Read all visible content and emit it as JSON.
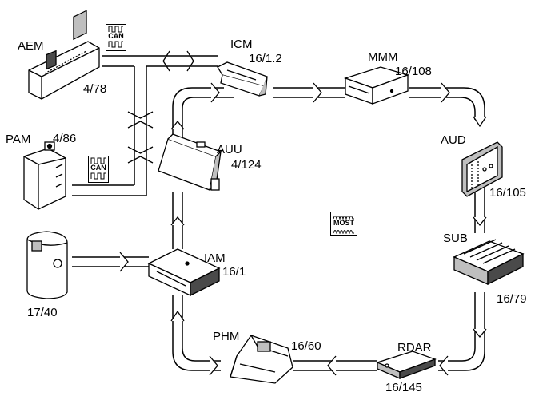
{
  "modules": [
    {
      "name": "AEM",
      "code": "4/78"
    },
    {
      "name": "PAM",
      "code": "4/86"
    },
    {
      "name": "ICM",
      "code": "16/1.2"
    },
    {
      "name": "MMM",
      "code": "16/108"
    },
    {
      "name": "AUU",
      "code": "4/124"
    },
    {
      "name": "AUD",
      "code": "16/105"
    },
    {
      "name": "SUB",
      "code": "16/79"
    },
    {
      "name": "IAM",
      "code": "16/1"
    },
    {
      "name": "PHM",
      "code": "16/60"
    },
    {
      "name": "RDAR",
      "code": "16/145"
    },
    {
      "name": "",
      "code": "17/40"
    }
  ],
  "protocols": {
    "can_top": "CAN",
    "can_bottom": "CAN",
    "most": "MOST"
  },
  "colors": {
    "line": "#000000",
    "fill_light": "#ffffff",
    "fill_shade": "#bfbfbf",
    "fill_dark": "#4a4a4a"
  }
}
